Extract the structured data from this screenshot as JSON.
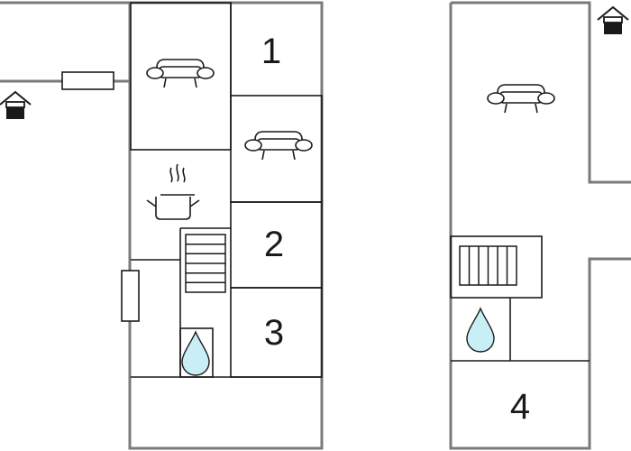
{
  "floorplan": {
    "colors": {
      "wall": "#7a7a7a",
      "room_line": "#1a1a1a",
      "water_fill": "#c8eef6",
      "background": "#ffffff"
    },
    "room_numbers": [
      "1",
      "2",
      "3",
      "4"
    ],
    "icons": {
      "entrance": "entrance-icon",
      "sofa": "sofa-icon",
      "kitchen": "cooking-pot-icon",
      "stairs": "stairs-icon",
      "bathroom": "water-drop-icon",
      "window": "window-icon"
    }
  }
}
